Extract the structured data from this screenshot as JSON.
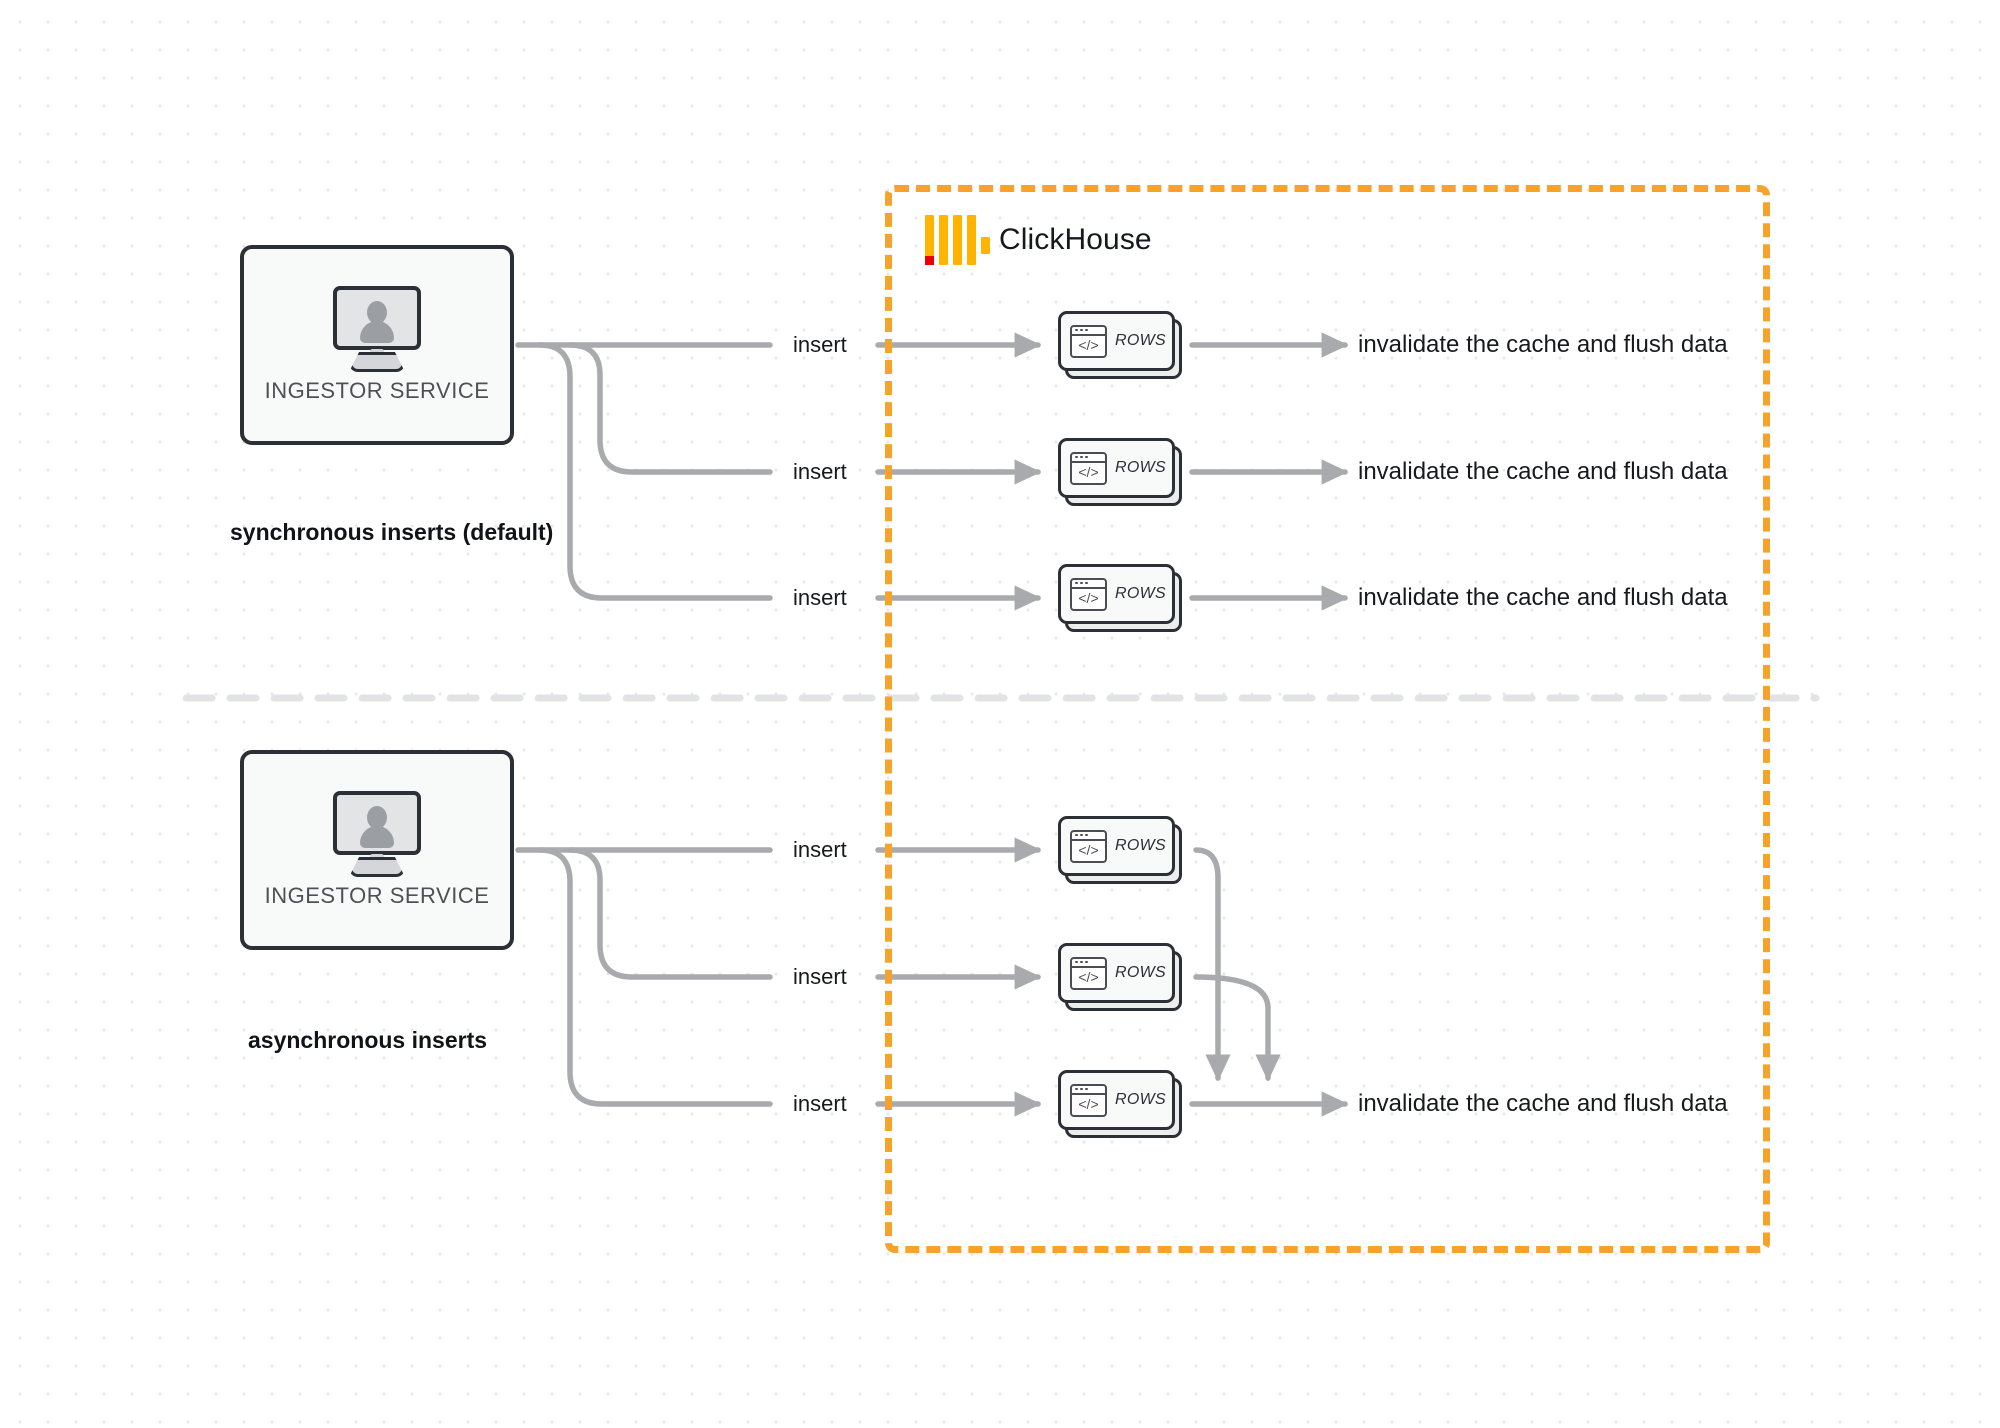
{
  "diagram": {
    "title": "ClickHouse synchronous vs asynchronous inserts",
    "colors": {
      "accent_orange": "#f7a32b",
      "logo_yellow": "#ffb400",
      "logo_red": "#ef0000",
      "wire_gray": "#a8aaad",
      "box_border": "#2b2f36",
      "canvas_bg": "#ffffff"
    }
  },
  "clickhouse_region": {
    "logo_name": "clickhouse-logo",
    "label": "ClickHouse"
  },
  "sections": [
    {
      "id": "synchronous",
      "mode_label": "synchronous inserts (default)",
      "ingestor": {
        "label": "INGESTOR SERVICE",
        "icon": "monitor-user-icon"
      },
      "flows": [
        {
          "insert_label": "insert",
          "card_label": "ROWS",
          "result_label": "invalidate the cache and flush data"
        },
        {
          "insert_label": "insert",
          "card_label": "ROWS",
          "result_label": "invalidate the cache and flush data"
        },
        {
          "insert_label": "insert",
          "card_label": "ROWS",
          "result_label": "invalidate the cache and flush data"
        }
      ]
    },
    {
      "id": "asynchronous",
      "mode_label": "asynchronous inserts",
      "ingestor": {
        "label": "INGESTOR SERVICE",
        "icon": "monitor-user-icon"
      },
      "flows": [
        {
          "insert_label": "insert",
          "card_label": "ROWS",
          "result_label": ""
        },
        {
          "insert_label": "insert",
          "card_label": "ROWS",
          "result_label": ""
        },
        {
          "insert_label": "insert",
          "card_label": "ROWS",
          "result_label": "invalidate the cache and flush data"
        }
      ],
      "merged_result_label": "invalidate the cache and flush data"
    }
  ]
}
